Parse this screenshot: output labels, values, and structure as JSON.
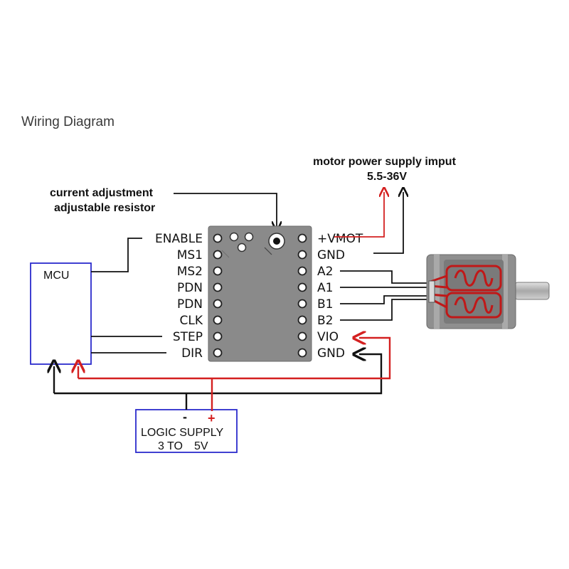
{
  "title": "Wiring Diagram",
  "annotations": {
    "current_line1": "current adjustment",
    "current_line2": "adjustable resistor",
    "motor_power_line1": "motor power supply imput",
    "motor_power_line2": "5.5-36V"
  },
  "driver": {
    "left_pins": [
      "ENABLE",
      "MS1",
      "MS2",
      "PDN",
      "PDN",
      "CLK",
      "STEP",
      "DIR"
    ],
    "right_pins": [
      "+VMOT",
      "GND",
      "A2",
      "A1",
      "B1",
      "B2",
      "VIO",
      "GND"
    ]
  },
  "mcu": {
    "label": "MCU"
  },
  "logic_supply": {
    "line1": "LOGIC SUPPLY",
    "line2a": "3 TO",
    "line2b": "5V",
    "minus": "-",
    "plus": "+"
  },
  "colors": {
    "red": "#d42020",
    "black": "#111111",
    "blue": "#2b2bcc",
    "board": "#8a8a8a",
    "motor_body": "#8f8f8f",
    "coil": "#c01818"
  }
}
